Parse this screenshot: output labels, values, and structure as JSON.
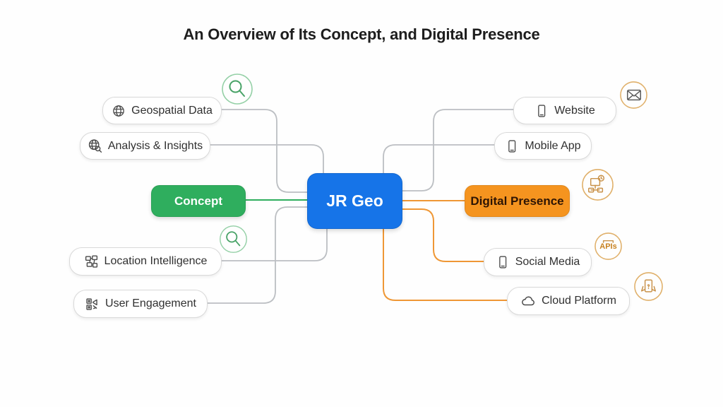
{
  "title": "An Overview of Its Concept, and Digital Presence",
  "center": {
    "label": "JR Geo"
  },
  "branches": {
    "concept": {
      "label": "Concept"
    },
    "digital": {
      "label": "Digital Presence"
    }
  },
  "concept_items": [
    {
      "label": "Geospatial Data",
      "icon": "globe-icon"
    },
    {
      "label": "Analysis & Insights",
      "icon": "globe-magnifier-icon"
    },
    {
      "label": "Location Intelligence",
      "icon": "city-blocks-icon"
    },
    {
      "label": "User Engagement",
      "icon": "qr-megaphone-icon"
    }
  ],
  "digital_items": [
    {
      "label": "Website",
      "icon": "smartphone-icon"
    },
    {
      "label": "Mobile App",
      "icon": "smartphone-icon"
    },
    {
      "label": "Social Media",
      "icon": "smartphone-icon"
    },
    {
      "label": "Cloud Platform",
      "icon": "cloud-icon"
    }
  ],
  "decorations": {
    "apis_label": "APIs"
  },
  "colors": {
    "center_bg": "#1674e8",
    "concept_bg": "#2fae5e",
    "digital_bg": "#f5941f",
    "gray_line": "#bcbfc3",
    "green_line": "#2fae5e",
    "orange_line": "#ef9735"
  }
}
